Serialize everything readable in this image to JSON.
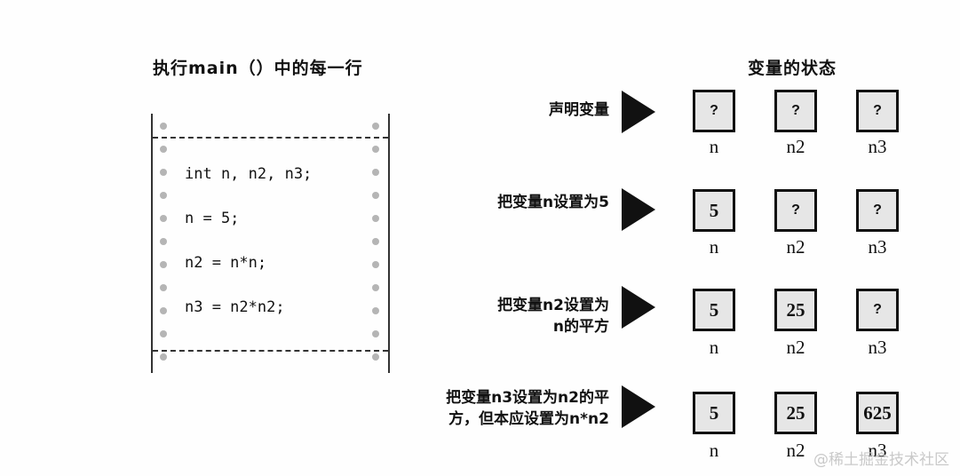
{
  "left_title": "执行main（）中的每一行",
  "right_title": "变量的状态",
  "code_lines": [
    "int n, n2, n3;",
    "n = 5;",
    "n2 = n*n;",
    "n3 = n2*n2;"
  ],
  "steps": [
    {
      "label_lines": [
        "声明变量"
      ],
      "values": [
        "?",
        "?",
        "?"
      ]
    },
    {
      "label_lines": [
        "把变量n设置为5"
      ],
      "values": [
        "5",
        "?",
        "?"
      ]
    },
    {
      "label_lines": [
        "把变量n2设置为",
        "n的平方"
      ],
      "values": [
        "5",
        "25",
        "?"
      ]
    },
    {
      "label_lines": [
        "把变量n3设置为n2的平",
        "方，但本应设置为n*n2"
      ],
      "values": [
        "5",
        "25",
        "625"
      ]
    }
  ],
  "var_names": [
    "n",
    "n2",
    "n3"
  ],
  "watermark": "@稀土掘金技术社区"
}
